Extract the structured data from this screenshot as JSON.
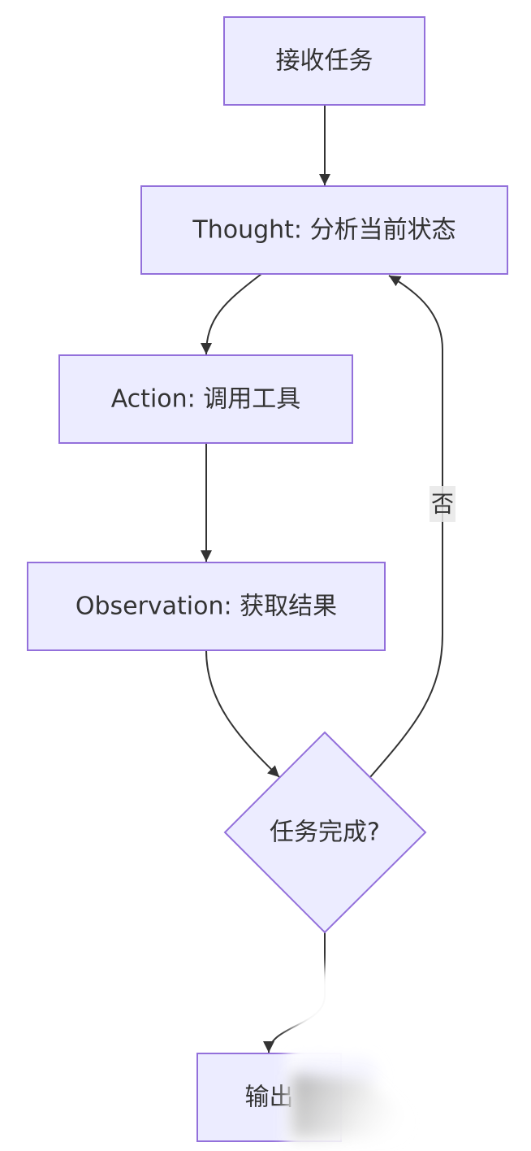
{
  "diagram": {
    "nodes": [
      {
        "label": "接收任务",
        "shape": "rectangle"
      },
      {
        "label": "Thought: 分析当前状态",
        "shape": "rectangle"
      },
      {
        "label": "Action: 调用工具",
        "shape": "rectangle"
      },
      {
        "label": "Observation: 获取结果",
        "shape": "rectangle"
      },
      {
        "label": "任务完成?",
        "shape": "diamond"
      },
      {
        "label": "输出",
        "shape": "rectangle"
      }
    ],
    "edges": [
      {
        "from": 0,
        "to": 1
      },
      {
        "from": 1,
        "to": 2
      },
      {
        "from": 2,
        "to": 3
      },
      {
        "from": 3,
        "to": 4
      },
      {
        "from": 4,
        "to": 1,
        "label": "否"
      },
      {
        "from": 4,
        "to": 5
      }
    ],
    "colors": {
      "node_fill": "#ECECFF",
      "node_stroke": "#9370DB",
      "text": "#333333",
      "edge": "#333333",
      "edge_label_bg": "#E8E8E8",
      "background": "#FFFFFF"
    }
  }
}
